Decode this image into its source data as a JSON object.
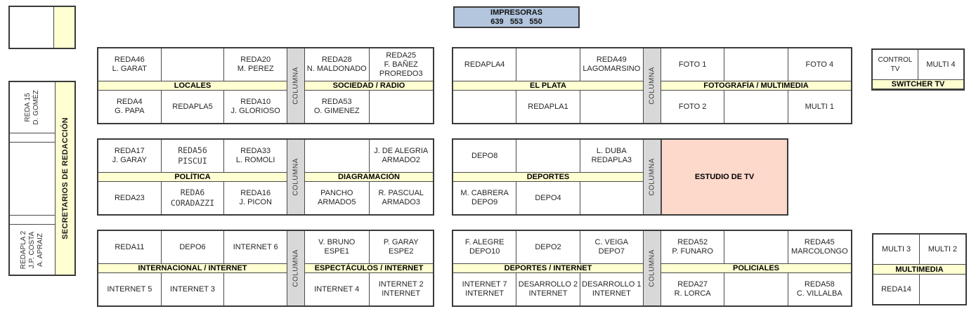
{
  "labels": {
    "columna": "COLUMNA"
  },
  "printers": {
    "title": "IMPRESORAS",
    "numbers": "639   553   550"
  },
  "sidebar": {
    "secretaries_label": "SECRETARIOS DE REDACCIÓN",
    "desk_top": "REDA 15\nD. GOMÉZ",
    "desk_bottom": "REDAPLA 2\nJ.P. COSTA\nA. APRAIZ"
  },
  "colors": {
    "band_yellow": "#FFFFD2",
    "columna_gray": "#D8D8D8",
    "studio_pink": "#FCD9CB",
    "printers_blue": "#B3C6DE",
    "border_dark": "#3A3A3A",
    "border_cell": "#4A4A4A"
  },
  "groups": {
    "row1": {
      "g1": {
        "left": {
          "band": "LOCALES",
          "top": [
            "REDA46\nL. GARAT",
            "",
            "REDA20\nM. PEREZ"
          ],
          "bottom": [
            "REDA4\nG. PAPA",
            "REDAPLA5",
            "REDA10\nJ. GLORIOSO"
          ]
        },
        "right": {
          "band": "SOCIEDAD / RADIO",
          "top": [
            "REDA28\nN. MALDONADO",
            "REDA25\nF. BAÑEZ\nPROREDO3"
          ],
          "bottom": [
            "REDA53\nO. GIMENEZ",
            ""
          ]
        }
      },
      "g2": {
        "left": {
          "band": "EL PLATA",
          "top": [
            "REDAPLA4",
            "",
            "REDA49\nLAGOMARSINO"
          ],
          "bottom": [
            "",
            "REDAPLA1",
            ""
          ]
        },
        "right": {
          "band": "FOTOGRAFÍA / MULTIMEDIA",
          "top": [
            "FOTO 1",
            "",
            "FOTO 4"
          ],
          "bottom": [
            "FOTO 2",
            "",
            "MULTI 1"
          ]
        }
      },
      "g3": {
        "band": "SWITCHER TV",
        "top": [
          "CONTROL TV",
          "MULTI 4"
        ]
      }
    },
    "row2": {
      "g1": {
        "left": {
          "band": "POLÍTICA",
          "top": [
            "REDA17\nJ. GARAY",
            "REDA56\nPISCUI",
            "REDA33\nL. ROMOLI"
          ],
          "bottom": [
            "REDA23",
            "REDA6\nCORADAZZI",
            "REDA16\nJ. PICON"
          ]
        },
        "right": {
          "band": "DIAGRAMACIÓN",
          "top": [
            "",
            "J. DE ALEGRIA\nARMADO2"
          ],
          "bottom": [
            "PANCHO\nARMADO5",
            "R. PASCUAL\nARMADO3"
          ]
        }
      },
      "g2": {
        "left": {
          "band": "DEPORTES",
          "top": [
            "DEPO8",
            "",
            "L. DUBA\nREDAPLA3"
          ],
          "bottom": [
            "M. CABRERA\nDEPO9",
            "DEPO4",
            ""
          ]
        },
        "studio": "ESTUDIO DE TV"
      }
    },
    "row3": {
      "g1": {
        "left": {
          "band": "INTERNACIONAL / INTERNET",
          "top": [
            "REDA11",
            "DEPO6",
            "INTERNET 6"
          ],
          "bottom": [
            "INTERNET 5",
            "INTERNET 3",
            ""
          ]
        },
        "right": {
          "band": "ESPECTÁCULOS / INTERNET",
          "top": [
            "V. BRUNO\nESPE1",
            "P. GARAY\nESPE2"
          ],
          "bottom": [
            "INTERNET 4",
            "INTERNET 2\nINTERNET"
          ]
        }
      },
      "g2": {
        "left": {
          "band": "DEPORTES / INTERNET",
          "top": [
            "F. ALEGRE\nDEPO10",
            "DEPO2",
            "C. VEIGA\nDEPO7"
          ],
          "bottom": [
            "INTERNET 7\nINTERNET",
            "DESARROLLO 2\nINTERNET",
            "DESARROLLO 1\nINTERNET"
          ]
        },
        "right": {
          "band": "POLICIALES",
          "top": [
            "REDA52\nP. FUNARO",
            "",
            "REDA45\nMARCOLONGO"
          ],
          "bottom": [
            "REDA27\nR. LORCA",
            "",
            "REDA58\nC. VILLALBA"
          ]
        }
      },
      "g3": {
        "band": "MULTIMEDIA",
        "top": [
          "MULTI 3",
          "MULTI 2"
        ],
        "bottom": [
          "REDA14",
          ""
        ]
      }
    }
  }
}
